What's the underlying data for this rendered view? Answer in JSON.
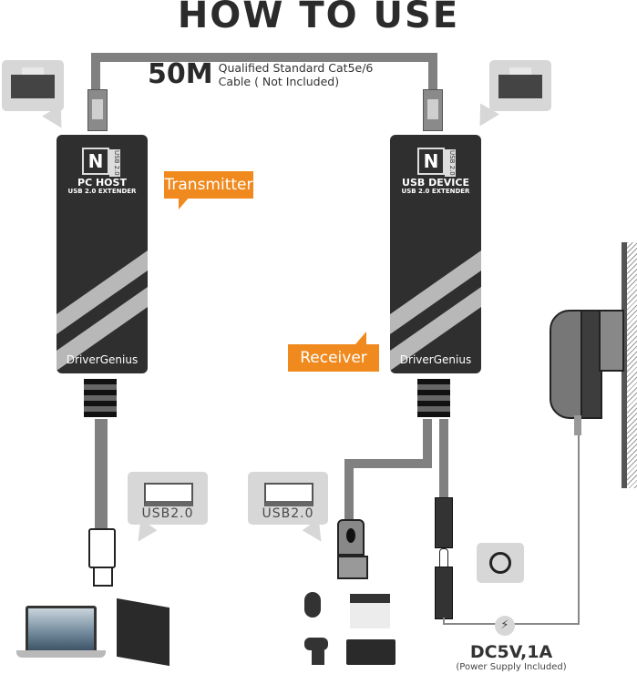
{
  "title": "HOW TO USE",
  "cable": {
    "length": "50M",
    "line1": "Qualified Standard Cat5e/6",
    "line2": "Cable ( Not Included)"
  },
  "transmitter": {
    "callout": "Transmitter",
    "logo_letter": "N",
    "logo_side": "USB 2.0",
    "name": "PC HOST",
    "subtitle": "USB 2.0 EXTENDER",
    "brand": "DriverGenius",
    "port_label": "USB2.0"
  },
  "receiver": {
    "callout": "Receiver",
    "logo_letter": "N",
    "logo_side": "USB 2.0",
    "name": "USB DEVICE",
    "subtitle": "USB 2.0 EXTENDER",
    "brand": "DriverGenius",
    "port_label": "USB2.0"
  },
  "power": {
    "rating": "DC5V,1A",
    "note": "(Power Supply Included)",
    "icon": "lightning-icon"
  },
  "host_devices": [
    "laptop",
    "desktop-tower"
  ],
  "peripherals": [
    "mouse",
    "printer",
    "webcam",
    "keyboard"
  ],
  "colors": {
    "accent": "#f08a1e",
    "device_body": "#2f2f2f",
    "cable": "#808080",
    "bubble": "#d7d7d7"
  }
}
